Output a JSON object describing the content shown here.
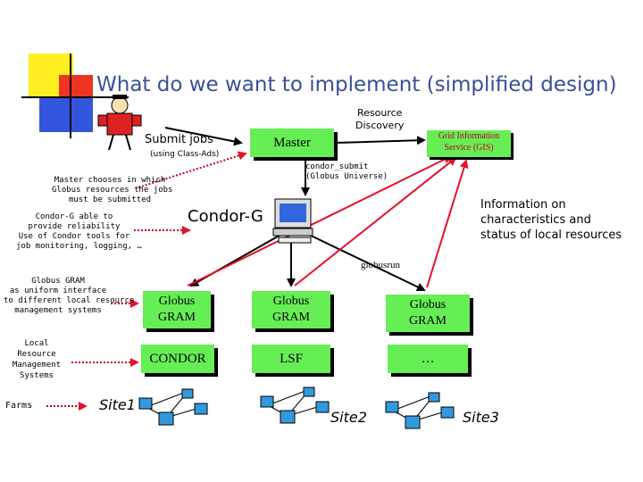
{
  "title": "What do we want to implement (simplified design)",
  "labels": {
    "submit_jobs": "Submit jobs",
    "using_class_ads": "(using Class-Ads)",
    "resource_discovery": "Resource\nDiscovery",
    "master": "Master",
    "gis": "Grid Information\nService (GIS)",
    "condor_submit": "condor_submit\n(Globus Universe)",
    "master_chooses": "Master chooses in which\nGlobus resources the jobs\nmust be submitted",
    "condor_g_able": "Condor-G able to\nprovide reliability\nUse of Condor tools for\njob monitoring, logging, …",
    "condor_g": "Condor-G",
    "information": "Information on\ncharacteristics and\nstatus of local resources",
    "globusrun": "globusrun",
    "globus_gram_note": "Globus GRAM\nas uniform interface\nto different local resource\nmanagement systems",
    "lrms": "Local\nResource\nManagement\nSystems",
    "farms": "Farms",
    "site1": "Site1",
    "site2": "Site2",
    "site3": "Site3"
  },
  "boxes": {
    "gram1": "Globus\nGRAM",
    "gram2": "Globus\nGRAM",
    "gram3": "Globus\nGRAM",
    "condor": "CONDOR",
    "lsf": "LSF",
    "dots": "…"
  },
  "colors": {
    "title": "#3a4f97",
    "box_fill": "#66ee55",
    "arrow_red": "#e8102a",
    "arrow_black": "#000000",
    "dotted_red": "#c00020",
    "gis_fill": "#66ee55",
    "gis_text": "#c00020"
  }
}
